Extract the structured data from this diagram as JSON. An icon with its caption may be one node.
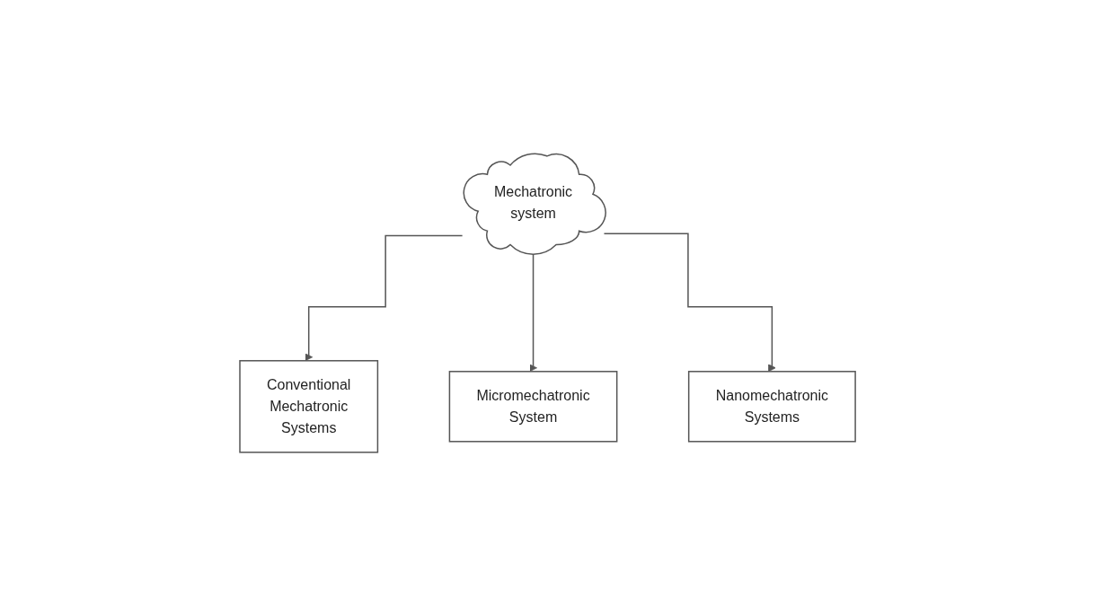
{
  "diagram": {
    "nodes": [
      {
        "text": [
          "Mechatronic system"
        ]
      },
      {
        "text": [
          "Conventional Mechatronic Systems"
        ]
      },
      {
        "text": [
          "Micromechatronic System"
        ]
      },
      {
        "text": [
          "Nanomechatronic Systems"
        ]
      }
    ],
    "edges": [
      {
        "from": 0,
        "to": 1,
        "arrow": "to"
      },
      {
        "from": 0,
        "to": 2,
        "arrow": "to"
      },
      {
        "from": 0,
        "to": 3,
        "arrow": "to"
      }
    ]
  }
}
